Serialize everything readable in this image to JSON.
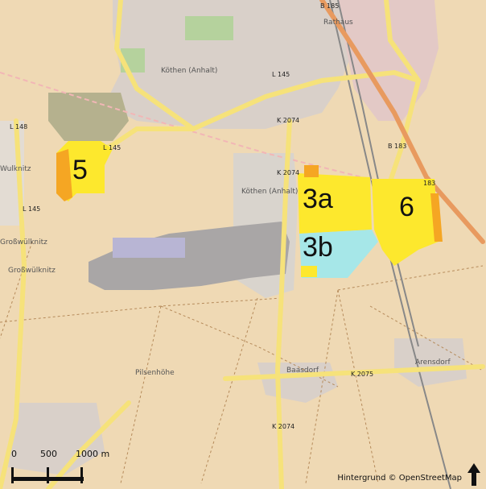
{
  "map": {
    "areas": [
      {
        "id": "5",
        "label": "5"
      },
      {
        "id": "3a",
        "label": "3a"
      },
      {
        "id": "3b",
        "label": "3b"
      },
      {
        "id": "6",
        "label": "6"
      }
    ],
    "road_labels": {
      "b185": "B 185",
      "l145_top": "L 145",
      "l145_mid": "L 145",
      "l145_left": "L 145",
      "l148": "L 148",
      "k2074_top": "K 2074",
      "k2074_mid": "K 2074",
      "k2074_bottom": "K 2074",
      "b183": "B 183",
      "b183_right": "183",
      "k2075": "K 2075"
    },
    "place_labels": {
      "koethen": "Köthen (Anhalt)",
      "klein_wulknitz": "Wulknitz",
      "gross_wulknitz": "Großwülknitz",
      "gross_wulknitz2": "Großwülknitz",
      "pilsenhoehe": "Pilsenhöhe",
      "baasdorf": "Baasdorf",
      "arensdorf": "Arensdorf",
      "koethen_small": "Köthen (Anhalt)",
      "rathaus": "Rathaus"
    },
    "scale_bar": {
      "label_0": "0",
      "label_500": "500",
      "label_1000": "1000 m"
    },
    "attribution": "Hintergrund © OpenStreetMap",
    "north_arrow_icon": "north-arrow-icon",
    "colors": {
      "background": "#efd9b4",
      "area_yellow": "#fde82d",
      "area_orange": "#f5a623",
      "area_cyan": "#a6e7e8",
      "road_yellow": "#f6e27a",
      "road_orange": "#e89a5f",
      "urban": "#d9d0c9",
      "green": "#b5d29d"
    }
  }
}
